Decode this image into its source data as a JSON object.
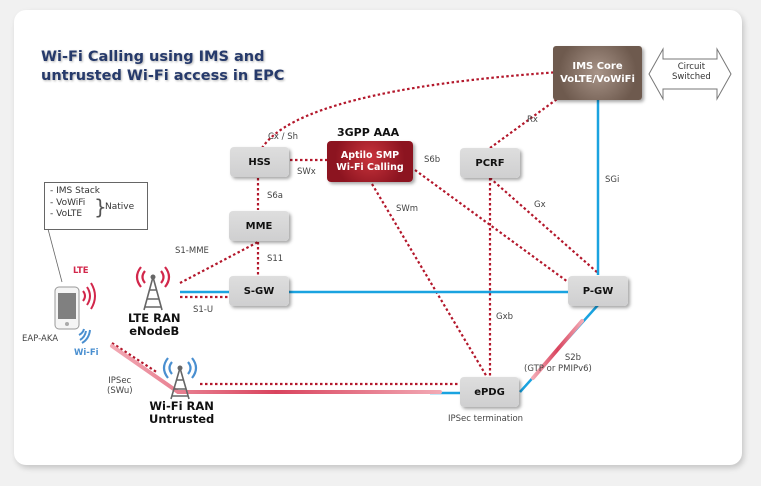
{
  "title": {
    "line1": "Wi-Fi Calling using IMS and",
    "line2": "untrusted Wi-Fi access in EPC"
  },
  "nodes": {
    "ims_core": {
      "line1": "IMS Core",
      "line2": "VoLTE/VoWiFi"
    },
    "circuit": {
      "line1": "Circuit",
      "line2": "Switched"
    },
    "aaa_header": "3GPP AAA",
    "aaa": {
      "line1": "Aptilo SMP",
      "line2": "Wi-Fi Calling"
    },
    "hss": "HSS",
    "pcrf": "PCRF",
    "mme": "MME",
    "sgw": "S-GW",
    "pgw": "P-GW",
    "epdg": "ePDG"
  },
  "interfaces": {
    "cx_sh": "Cx / Sh",
    "swx": "SWx",
    "s6b": "S6b",
    "rx": "Rx",
    "s6a": "S6a",
    "swm": "SWm",
    "sgi": "SGi",
    "gx": "Gx",
    "s1_mme": "S1-MME",
    "s11": "S11",
    "s1_u": "S1-U",
    "gxb": "Gxb",
    "s2b": "S2b",
    "s2b_sub": "(GTP or PMIPv6)",
    "ipsec": "IPSec",
    "swu": "(SWu)",
    "ipsec_term": "IPSec termination"
  },
  "device": {
    "features": [
      "- IMS Stack",
      "- VoWiFi",
      "- VoLTE"
    ],
    "native": "Native",
    "lte": "LTE",
    "wifi": "Wi-Fi",
    "eap": "EAP-AKA"
  },
  "ran": {
    "lte_line1": "LTE RAN",
    "lte_line2": "eNodeB",
    "wifi_line1": "Wi-Fi RAN",
    "wifi_line2": "Untrusted"
  },
  "colors": {
    "dotted": "#b3172b",
    "blue": "#1aa3e0",
    "pink": "#e06a7c",
    "lte": "#d2274b",
    "wifi": "#4a8fd0"
  }
}
